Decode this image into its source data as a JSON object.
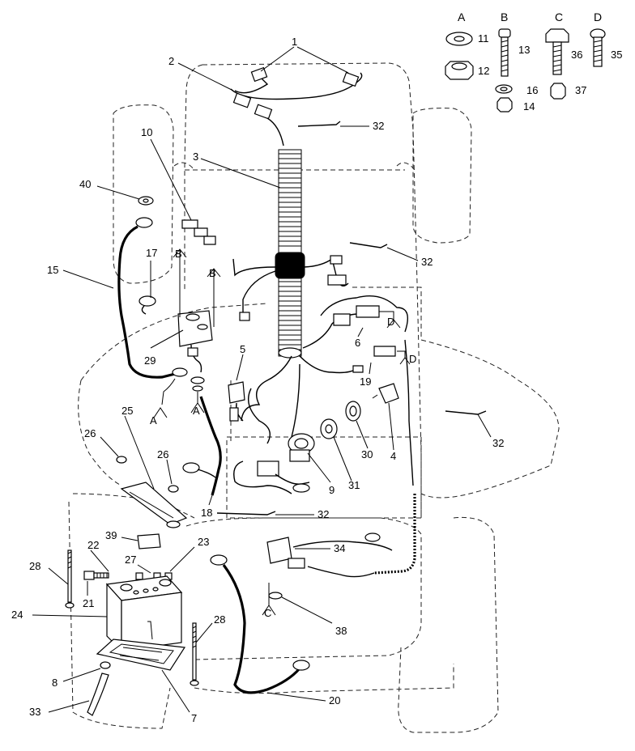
{
  "hardware_legend": {
    "columns": [
      {
        "letter": "A",
        "items": [
          "11",
          "12"
        ]
      },
      {
        "letter": "B",
        "items": [
          "13",
          "16",
          "14"
        ]
      },
      {
        "letter": "C",
        "items": [
          "36",
          "37"
        ]
      },
      {
        "letter": "D",
        "items": [
          "35"
        ]
      }
    ]
  },
  "callouts": {
    "c1": "1",
    "c2": "2",
    "c3": "3",
    "c4": "4",
    "c5": "5",
    "c6": "6",
    "c7": "7",
    "c8": "8",
    "c9": "9",
    "c10": "10",
    "c15": "15",
    "c17": "17",
    "c18": "18",
    "c19": "19",
    "c20": "20",
    "c21": "21",
    "c22": "22",
    "c23": "23",
    "c24": "24",
    "c25": "25",
    "c26a": "26",
    "c26b": "26",
    "c27": "27",
    "c28a": "28",
    "c28b": "28",
    "c29": "29",
    "c30": "30",
    "c31": "31",
    "c32a": "32",
    "c32b": "32",
    "c32c": "32",
    "c32d": "32",
    "c33": "33",
    "c34": "34",
    "c38": "38",
    "c39": "39",
    "c40": "40"
  },
  "ref_letters": {
    "b_left": "B",
    "b_right": "B",
    "a_left": "A",
    "a_right": "A",
    "c_ground": "C",
    "d_upper": "D",
    "d_lower": "D"
  }
}
